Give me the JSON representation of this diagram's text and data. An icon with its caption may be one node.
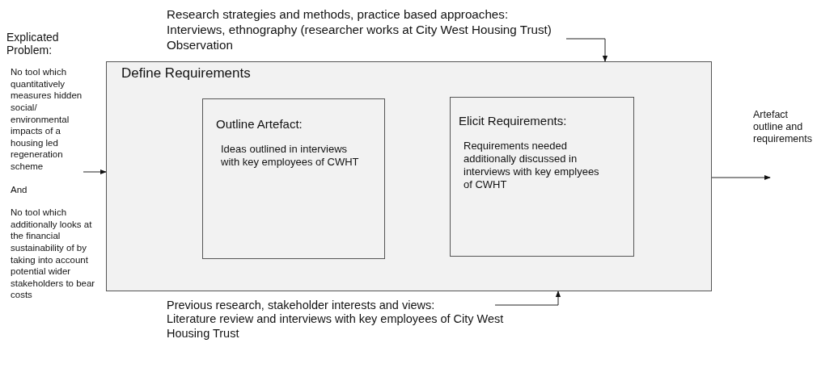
{
  "diagram": {
    "nodes": [
      {
        "text": [
          "Explicated Problem:",
          "No tool which quantitatively measures hidden social/ environmental impacts of a housing led regeneration scheme",
          "And",
          "No tool which additionally looks at the financial sustainability of by taking into account potential wider stakeholders to bear costs"
        ]
      },
      {
        "text": [
          "Define Requirements"
        ]
      },
      {
        "text": [
          "Outline Artefact:",
          "Ideas outlined in interviews with key employees of CWHT"
        ],
        "in": 1
      },
      {
        "text": [
          "Elicit Requirements:",
          "Requirements needed additionally discussed in interviews with key emplyees of CWHT"
        ],
        "in": 1
      },
      {
        "text": [
          "Research strategies and methods, practice based approaches:",
          "Interviews, ethnography (researcher works at City West Housing Trust)",
          "Observation"
        ]
      },
      {
        "text": [
          "Previous research, stakeholder interests and views:",
          "Literature review and interviews with key employees of City West Housing Trust"
        ]
      }
    ],
    "edges": [
      {
        "from": 0,
        "to": 1,
        "arrow": "to"
      },
      {
        "from": 4,
        "to": 1,
        "arrow": "to"
      },
      {
        "from": 5,
        "to": 1,
        "arrow": "to"
      },
      {
        "from": 1,
        "to": null,
        "arrow": "to",
        "label": "Artefact outline and requirements"
      }
    ]
  }
}
